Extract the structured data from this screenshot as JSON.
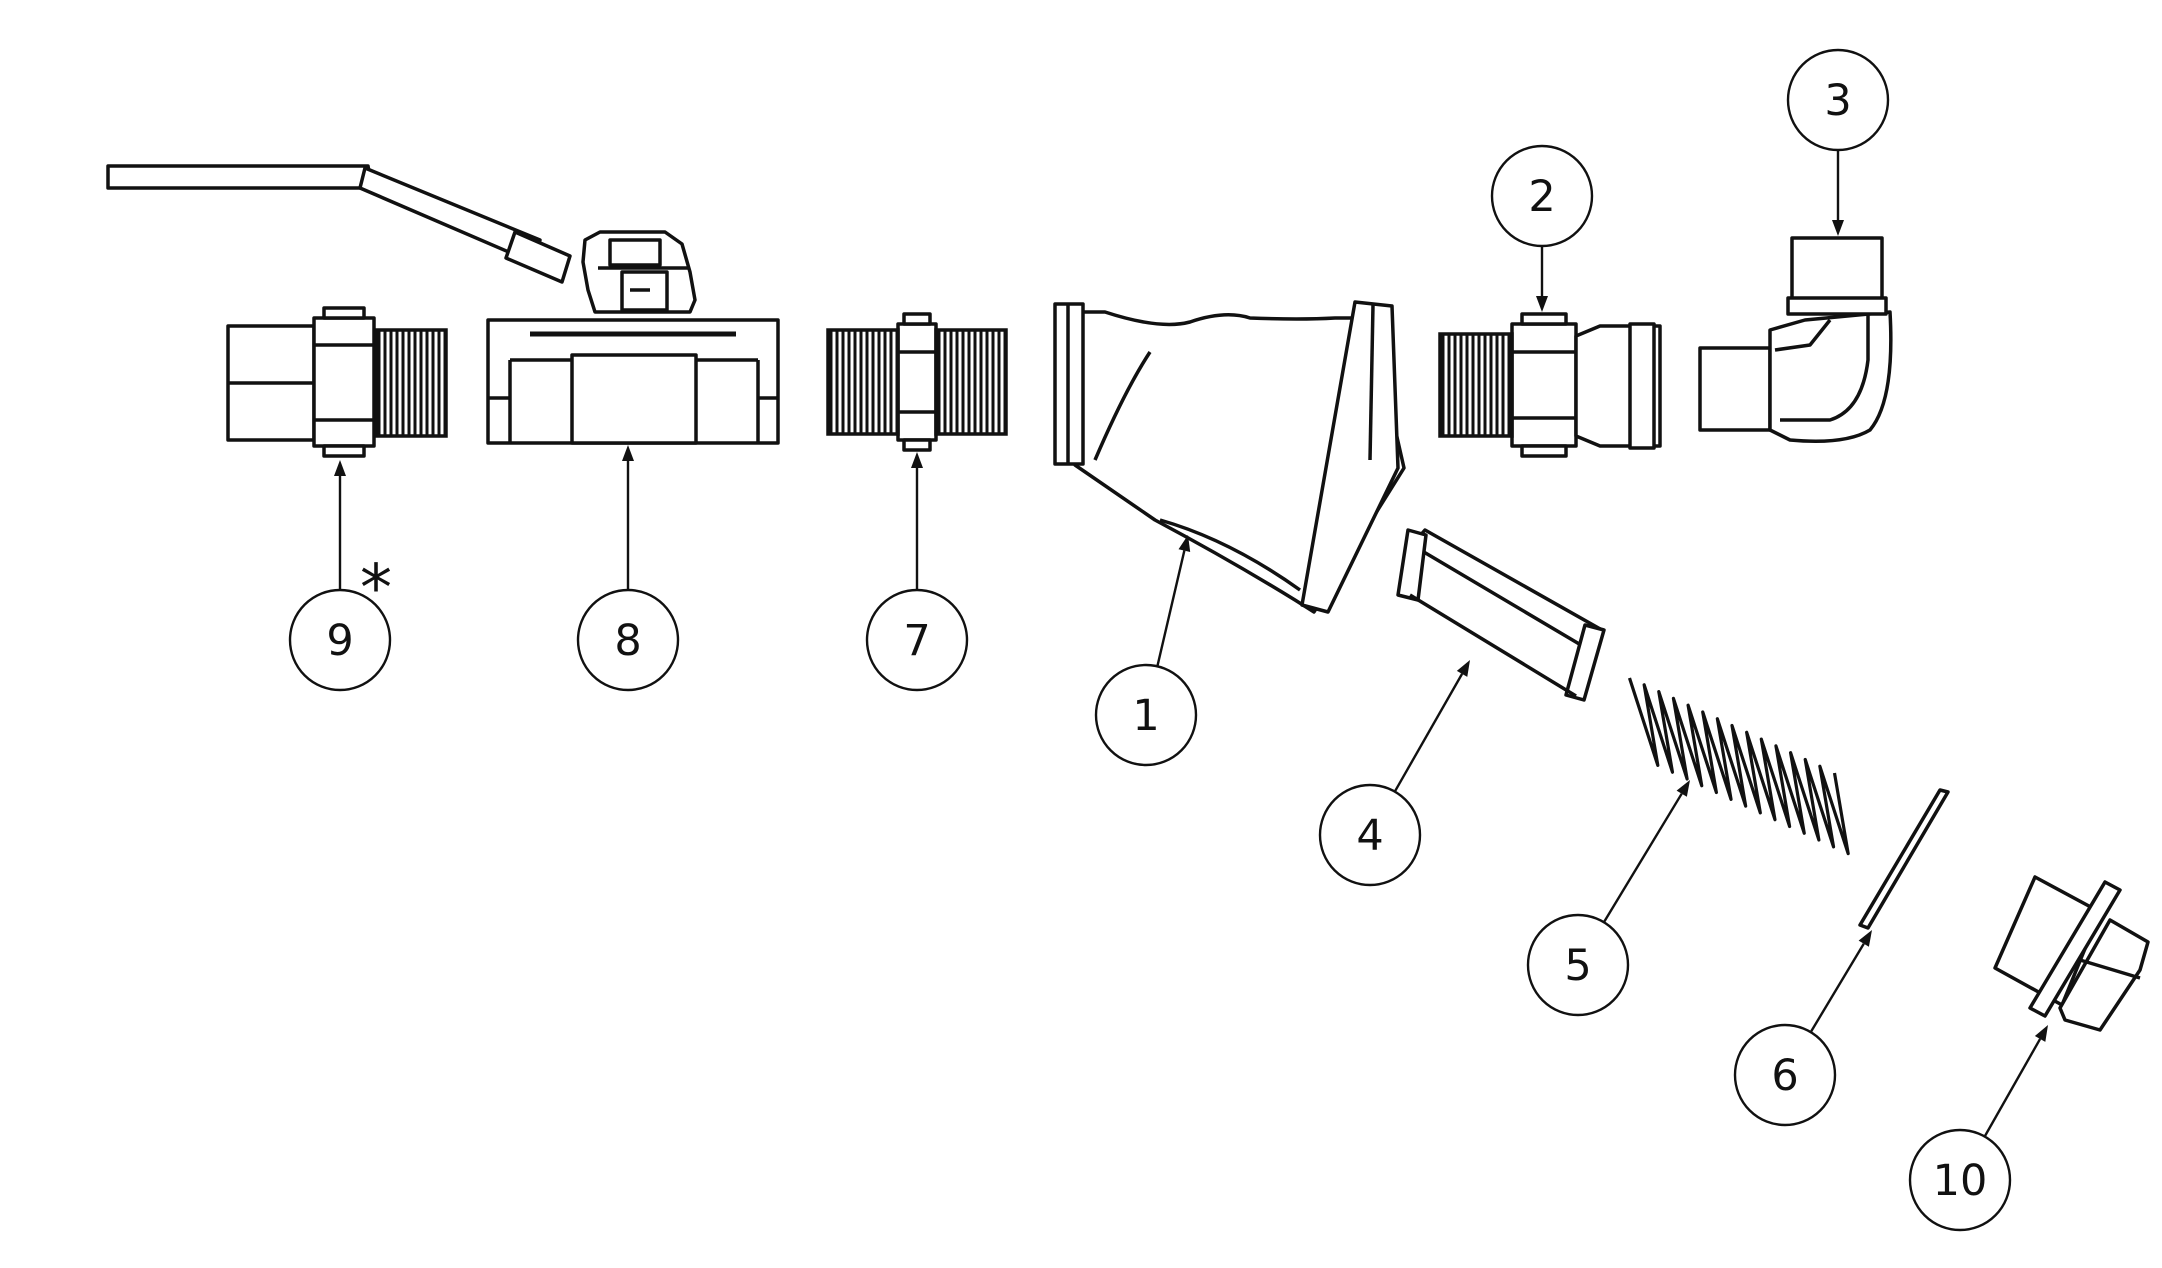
{
  "diagram": {
    "colors": {
      "line": "#111111",
      "paper": "#ffffff"
    },
    "callouts": [
      {
        "id": "1",
        "label": "1"
      },
      {
        "id": "2",
        "label": "2"
      },
      {
        "id": "3",
        "label": "3"
      },
      {
        "id": "4",
        "label": "4"
      },
      {
        "id": "5",
        "label": "5"
      },
      {
        "id": "6",
        "label": "6"
      },
      {
        "id": "7",
        "label": "7"
      },
      {
        "id": "8",
        "label": "8"
      },
      {
        "id": "9",
        "label": "9"
      },
      {
        "id": "10",
        "label": "10"
      }
    ],
    "note_mark": "*"
  }
}
